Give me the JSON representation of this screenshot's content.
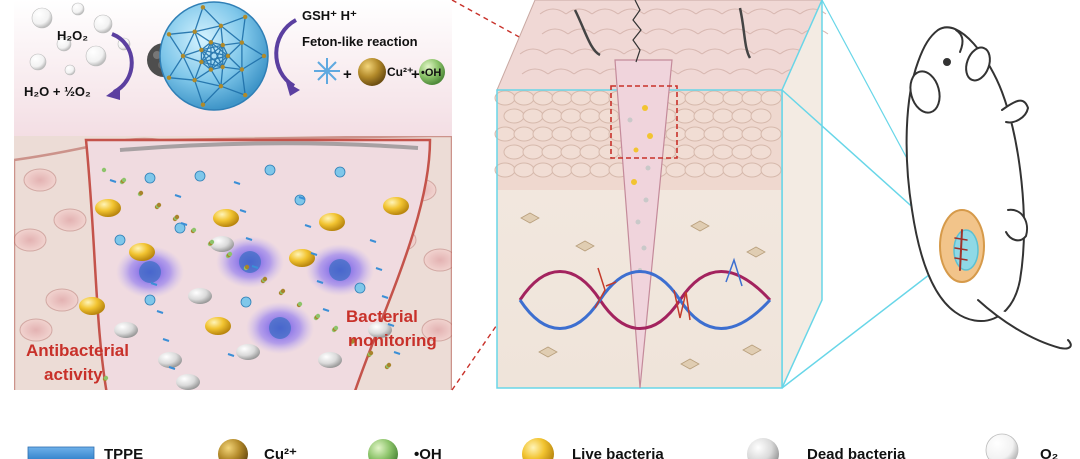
{
  "reaction": {
    "h2o2": "H₂O₂",
    "h2o_o2": "H₂O + ½O₂",
    "gsh": "GSH⁺ H⁺",
    "fenton": "Feton-like reaction",
    "plus": "+",
    "cu": "Cu²⁺",
    "oh": "•OH"
  },
  "wound": {
    "bacterial_monitoring": [
      "Bacterial",
      "monitoring"
    ],
    "antibacterial_activity": [
      "Antibacterial",
      "activity"
    ]
  },
  "legend": {
    "items": [
      {
        "label": "TPPE",
        "icon": "tppe-icon"
      },
      {
        "label": "Cu²⁺",
        "icon": "copper-ion-icon"
      },
      {
        "label": "•OH",
        "icon": "hydroxyl-radical-icon"
      },
      {
        "label": "Live bacteria",
        "icon": "live-bacteria-icon"
      },
      {
        "label": "Dead bacteria",
        "icon": "dead-bacteria-icon"
      },
      {
        "label": "O₂",
        "icon": "oxygen-bubble-icon"
      }
    ]
  },
  "colors": {
    "annotation_red": "#c8312a",
    "tppe_blue": "#3b8fd6",
    "copper": "#a9842c",
    "hydroxyl_green": "#8dc46b",
    "live_yellow": "#f2c431",
    "dead_grey": "#d9d9d9",
    "tissue_pink": "#f0dbe0",
    "fluorescence_purple": "#8a73f0",
    "arrow_purple": "#5b3fa0",
    "zoom_cyan": "#68d6e8",
    "zoom_dash": "#c8312a"
  }
}
